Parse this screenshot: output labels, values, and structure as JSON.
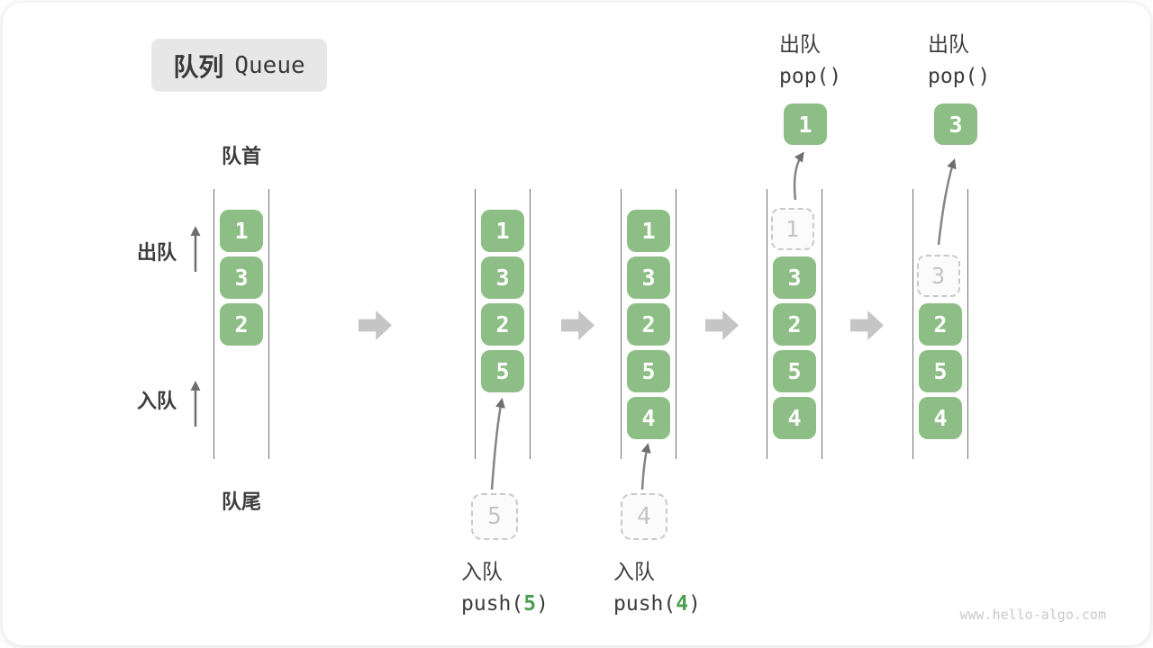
{
  "title": {
    "zh": "队列",
    "en": "Queue"
  },
  "labels": {
    "front": "队首",
    "rear": "队尾",
    "dequeue": "出队",
    "enqueue": "入队"
  },
  "queues": [
    {
      "cells": [
        "1",
        "3",
        "2"
      ]
    },
    {
      "cells": [
        "1",
        "3",
        "2",
        "5"
      ],
      "ghost": "5",
      "caption": {
        "action": "入队",
        "fn_open": "push(",
        "arg": "5",
        "fn_close": ")"
      }
    },
    {
      "cells": [
        "1",
        "3",
        "2",
        "5",
        "4"
      ],
      "ghost": "4",
      "caption": {
        "action": "入队",
        "fn_open": "push(",
        "arg": "4",
        "fn_close": ")"
      }
    },
    {
      "ghost": "1",
      "cells": [
        "3",
        "2",
        "5",
        "4"
      ],
      "popped": "1",
      "caption": {
        "action": "出队",
        "fn": "pop()"
      }
    },
    {
      "ghost": "3",
      "cells": [
        "2",
        "5",
        "4"
      ],
      "popped": "3",
      "caption": {
        "action": "出队",
        "fn": "pop()"
      }
    }
  ],
  "watermark": "www.hello-algo.com",
  "colors": {
    "cell_green": "#8dbe85",
    "arg_green": "#4e9e50",
    "flow_arrow_gray": "#c5c5c5",
    "ghost_gray": "#c9c9c9",
    "text_dark": "#3d3d3d"
  }
}
